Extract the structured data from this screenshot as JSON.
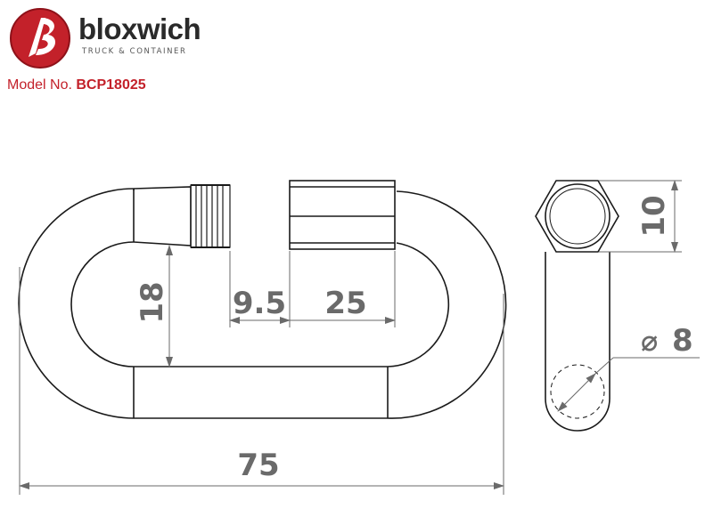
{
  "brand": {
    "name": "bloxwich",
    "tagline": "TRUCK & CONTAINER",
    "logo_color": "#c3212a"
  },
  "model": {
    "label": "Model No.",
    "number": "BCP18025"
  },
  "dimensions": {
    "overall_length": "75",
    "inner_width": "18",
    "gap_opening": "9.5",
    "sleeve_length": "25",
    "nut_width": "10",
    "wire_diameter_symbol": "⌀",
    "wire_diameter": "8"
  },
  "colors": {
    "line": "#1a1a1a",
    "dimension": "#6a6a6a"
  }
}
